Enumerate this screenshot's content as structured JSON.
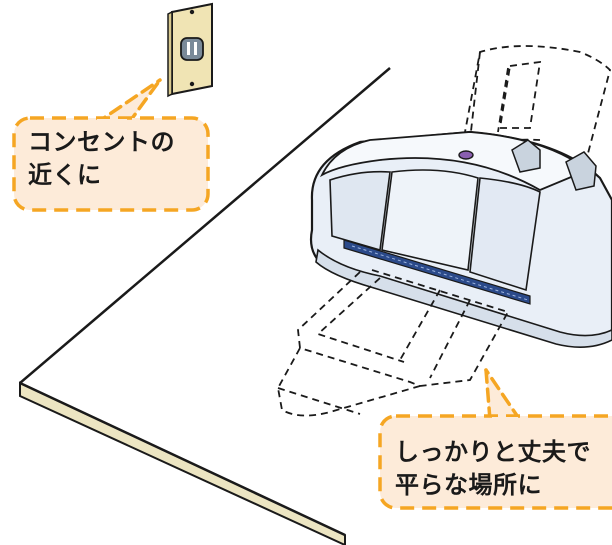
{
  "callouts": {
    "outlet": {
      "line1": "コンセントの",
      "line2": "近くに"
    },
    "flat_surface": {
      "line1": "しっかりと丈夫で",
      "line2": "平らな場所に"
    }
  },
  "colors": {
    "callout_fill": "#fdebd9",
    "callout_border": "#f5a623",
    "outlet_plate": "#f0e4b4",
    "printer_body": "#e9eff7",
    "table_top": "#ffffff",
    "table_edge": "#ece5c2"
  },
  "icons": {
    "outlet": "wall-outlet-icon",
    "printer": "inkjet-printer-illustration"
  }
}
